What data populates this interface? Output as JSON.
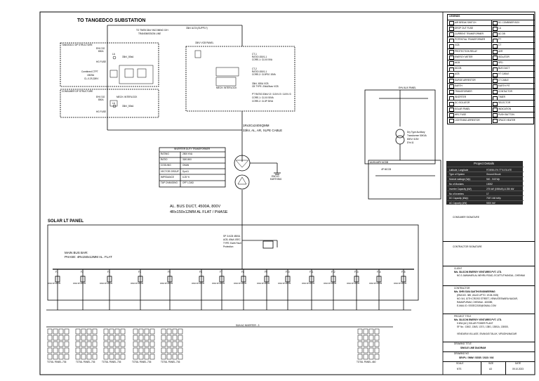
{
  "title": {
    "substation": "TO TANGEDCO SUBSTATION",
    "solar_lt_panel": "SOLAR LT PANEL"
  },
  "top_feeder": {
    "line1": "TO TNEB 33kV INCOMING O/H",
    "line2": "TRANSMISSION LINE",
    "panel_header": "33kV ALTA (SUPPLY)"
  },
  "tangedco_dp": {
    "title": "TANGEDCO DP STRUCTURE",
    "ehv_do": "EHV DO",
    "rating": "800A",
    "la": "LA",
    "hg_fuse": "HG FUSE",
    "ehv_label": "33kV_50kA",
    "meter_label": "Combined CTPT",
    "meter_ratio": "150/5A",
    "meter_class": "CL-0.2S,33KV"
  },
  "consumer_dp": {
    "title": "CONSUMER DP STRUCTURE",
    "ehv_do": "EHV DO",
    "rating": "800A",
    "la": "LA",
    "interlock": "MECH. INTERLOCK",
    "ehv_label": "33kV_50kA",
    "hg_fuse": "HG FUSE"
  },
  "vcb_panel": {
    "title": "33KV VCB PANEL",
    "ct1": "CT-1",
    "ct1_ratio": "RATIO:150/1-1",
    "ct1_core": "CORE-1: CL0.5 5VA",
    "ct2": "CT-2",
    "ct2_ratio": "RATIO:150/1-1",
    "ct2_core": "CORE-2: CL5P10 15VA",
    "vcb": "33kV, 630A VCB",
    "vcb2": "CB TYPE: 20kA/3sec VCB",
    "interlock": "MECH. INTERLOCK",
    "pt": "PT RATIO:33kV/√3 / 110V/√3 / 110V/√3",
    "pt_core1": "CORE-1: CL0.5 50VA",
    "pt_core2": "CORE-2: CL3P 30VA"
  },
  "cable": {
    "line1": "1Rx3Cx240SQMM",
    "line2": "33kV, AL, AR, XLPE CABLE"
  },
  "idt": {
    "title": "INVERTER DUTY TRANSFORMER",
    "rows": [
      {
        "k": "RATING",
        "v": "2500 KVA"
      },
      {
        "k": "RATIO",
        "v": "33/0.8KV"
      },
      {
        "k": "COOLING",
        "v": "ONAN"
      },
      {
        "k": "VECTOR GROUP",
        "v": "Dyn11"
      },
      {
        "k": "IMPEDANCE",
        "v": "6.25 %"
      },
      {
        "k": "TAP CHANGING",
        "v": "OFF LOAD"
      }
    ]
  },
  "earthing": {
    "label": "ENCLD",
    "label2": "EARTHING"
  },
  "aux": {
    "title": "EHV AUX PANEL",
    "dry_type": "Dry Type Auxiliary",
    "transformer": "Transformer 50KVA",
    "ratio": "800V/ 415V",
    "vector": "DYn11",
    "acdb": "AUXILIARY ACDB",
    "mcb": "4P MCCB"
  },
  "bus_duct": {
    "line1": "AL. BUS DUCT, 4500A, 800V",
    "line2": "4Rx150x12MM AL FLAT / PHASE"
  },
  "main_bus": {
    "line1": "MAIN BUS BAR:",
    "line2": "PHASE: 4Rx150x12MM AL. FLAT"
  },
  "spd": {
    "line1": "SP 3 ACB 4500A",
    "line2": "ACB, 65kA 1SEC",
    "line3": "TYPE: Earth Fault",
    "line4": "Protection"
  },
  "feeders": {
    "ids": [
      "F1",
      "F2",
      "F3",
      "F4",
      "F5",
      "F6",
      "F7",
      "F8",
      "F9",
      "F10",
      "F11",
      "F12",
      "F13",
      "F14",
      "F15",
      "F16"
    ],
    "mccb": "400A 3P MCCB",
    "inverter_caption": "SUN AC INVERTER - 3",
    "panel_labels": [
      "TOTAL PANEL-736",
      "TOTAL PANEL-736",
      "TOTAL PANEL-736",
      "TOTAL PANEL-736",
      "TOTAL PANEL-736",
      "TOTAL PANEL-460"
    ]
  },
  "legend": {
    "title": "LEGENDS",
    "items_left": [
      "AIR BREAK SWITCH",
      "DROP OUT FUSE",
      "CURRENT TRANSFORMER",
      "POTENTIAL TRANSFORMER",
      "VCB",
      "PROTECTION RELAY",
      "ENERGY METER",
      "MCB",
      "MCCB",
      "ACB",
      "SURGE ARRESTOR",
      "EARTH",
      "TRANSFORMER",
      "INVERTER",
      "DC ISOLATOR",
      "SOLAR PANEL",
      "HRC FUSE",
      "LIGHTNING ARRESTOR"
    ],
    "items_right": [
      "DC COMBINER BOX",
      "LA",
      "AC DB",
      "PT",
      "CT",
      "AVR",
      "ISOLATOR",
      "SPD",
      "BUS DUCT",
      "HT CABLE",
      "LT CABLE",
      "EARTH PIT",
      "CONTACTOR",
      "TIMER",
      "SELECTOR",
      "INDICATION",
      "PUSH BUTTON",
      "SPACE HEATER"
    ]
  },
  "project": {
    "title": "Project Details",
    "rows": [
      {
        "k": "Latitude, Longitude",
        "v": "9°26'55.1\"N 77°41'01.6\"E"
      },
      {
        "k": "Type of System",
        "v": "Ground Mount"
      },
      {
        "k": "Module wattage (Wp)",
        "v": "540 - 545 Wp"
      },
      {
        "k": "No of Modules",
        "v": "13052"
      },
      {
        "k": "Inverter Capacity (kW)",
        "v": "275 kW (198kVA) & 250 kW"
      },
      {
        "k": "No of Inverters",
        "v": "17"
      },
      {
        "k": "DC Capacity (kWp)",
        "v": "7037.160 kWp"
      },
      {
        "k": "AC Capacity (kW)",
        "v": "5000 kW"
      }
    ]
  },
  "title_block": {
    "consumer_sig": "CONSUMER SIGNATURE",
    "contractor_sig": "CONTRACTOR SIGNATURE",
    "client_label": "CLIENT",
    "client": "M/s. SILICON ENERGY VENTURES PVT. LTD.",
    "client_addr": "NO.3 JAWAHARLAL NEHRU ROAD, ECATTUTHANGAL, CHENNAI",
    "contractor_label": "CONTRACTOR",
    "contractor": "M/s. SHRI SIVA SAKTHI ENGINEERING",
    "contractor_reg": "(EBA NO. 385 ,VALID UPTO: 19.08.2025)",
    "contractor_addr": "NO: 5/4, 10TH CROSS STREET, VENKATESWARA NAGAR,",
    "contractor_city": "RAMAPURAM, CHENNAI - 600089,",
    "contractor_mail": "E-MAIL ID: SSSEC2020@GMAIL.COM",
    "project_label": "PROJECT TITLE",
    "project": "M/s. SILICON ENERGY VENTURES PVT. LTD.",
    "project2": "5 MW (AC) SOLAR POWER PLANT",
    "project_sf": "SF No.: 136/2, 136/3, 137/1, 138/1, 138/1A, 138/1B,",
    "project_loc": "VENDURAI VILLAGE, SIVAKASI TALUK, VIRUDHUNAGAR",
    "drawing_title_label": "DRAWING TITLE",
    "drawing_title": "SINGLE LINE DIAGRAM",
    "drawing_no_label": "DRAWING NO",
    "drawing_no": "SEVPL / 5MW / SSSE / 2023 / 002",
    "scale_label": "SCALE",
    "scale": "NTS",
    "size_label": "SIZE",
    "size": "A3",
    "date_label": "DATE",
    "date": "09.10.2023"
  }
}
